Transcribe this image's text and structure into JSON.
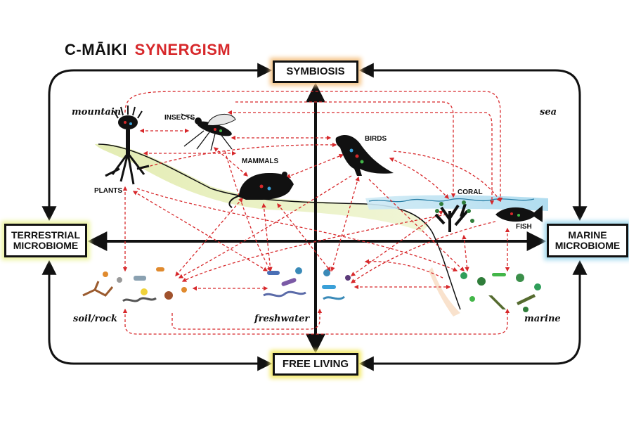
{
  "title": {
    "part1": "C-MĀIKI",
    "part2": "SYNERGISM"
  },
  "boxes": {
    "top": "SYMBIOSIS",
    "bottom": "FREE LIVING",
    "left_line1": "TERRESTRIAL",
    "left_line2": "MICROBIOME",
    "right_line1": "MARINE",
    "right_line2": "MICROBIOME"
  },
  "organisms": {
    "insects": "INSECTS",
    "birds": "BIRDS",
    "mammals": "MAMMALS",
    "plants": "PLANTS",
    "coral": "CORAL",
    "fish": "FISH"
  },
  "regions": {
    "mountain": "mountain",
    "sea": "sea",
    "soil_rock": "soil/rock",
    "freshwater": "freshwater",
    "marine": "marine"
  },
  "colors": {
    "connection_arrows": "#d7282b",
    "axis": "#111111",
    "title_accent": "#d7282b",
    "land_glow": "#e3ecb4",
    "sea_glow": "#bfe3f2"
  }
}
